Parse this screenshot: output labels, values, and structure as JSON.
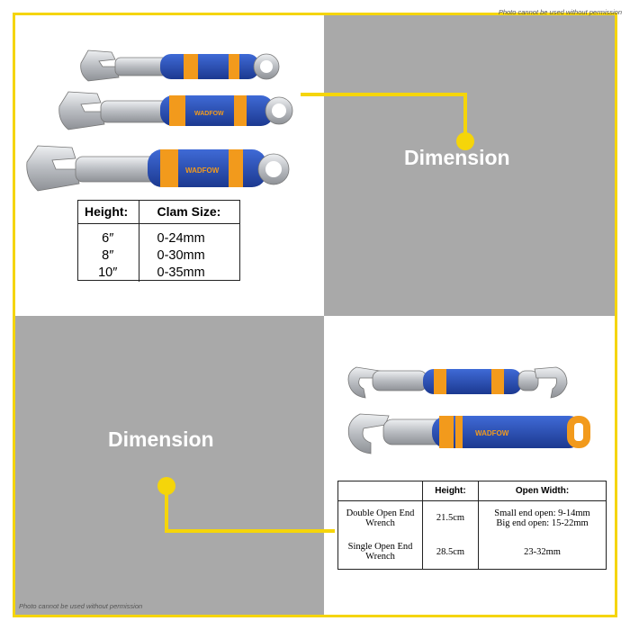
{
  "watermark": "Photo cannot be used without permission",
  "callouts": {
    "top": "Dimension",
    "bottom": "Dimension"
  },
  "adjustable_wrench": {
    "brand": "WADFOW",
    "headers": [
      "Height:",
      "Clam Size:"
    ],
    "rows": [
      [
        "6″",
        "0-24mm"
      ],
      [
        "8″",
        "0-30mm"
      ],
      [
        "10″",
        "0-35mm"
      ]
    ]
  },
  "open_end_wrench": {
    "brand": "WADFOW",
    "headers": [
      "",
      "Height:",
      "Open Width:"
    ],
    "rows": [
      [
        "Double Open End Wrench",
        "21.5cm",
        "Small end open: 9-14mm",
        "Big end open: 15-22mm"
      ],
      [
        "Single Open End Wrench",
        "28.5cm",
        "23-32mm",
        ""
      ]
    ]
  },
  "colors": {
    "frame": "#f5d50a",
    "panel_gray": "#a9a9a9",
    "handle_blue": "#2a4fb8",
    "handle_orange": "#f29a1c",
    "metal": "#c9cbcf"
  }
}
